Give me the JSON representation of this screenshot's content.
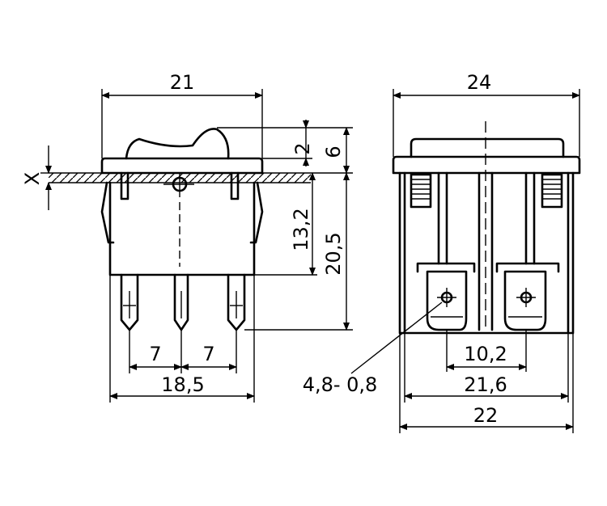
{
  "side_view": {
    "dimensions": {
      "overall_width": "21",
      "rocker_height": "2",
      "cap_height": "6",
      "body_depth": "13,2",
      "total_depth": "20,5",
      "pin_pitch_left": "7",
      "pin_pitch_right": "7",
      "pin_span": "18,5",
      "panel_thickness_label": "X"
    }
  },
  "front_view": {
    "dimensions": {
      "overall_width": "24",
      "terminal_spacing": "10,2",
      "body_width_inner": "21,6",
      "body_width": "22",
      "terminal_size": "4,8- 0,8"
    }
  }
}
